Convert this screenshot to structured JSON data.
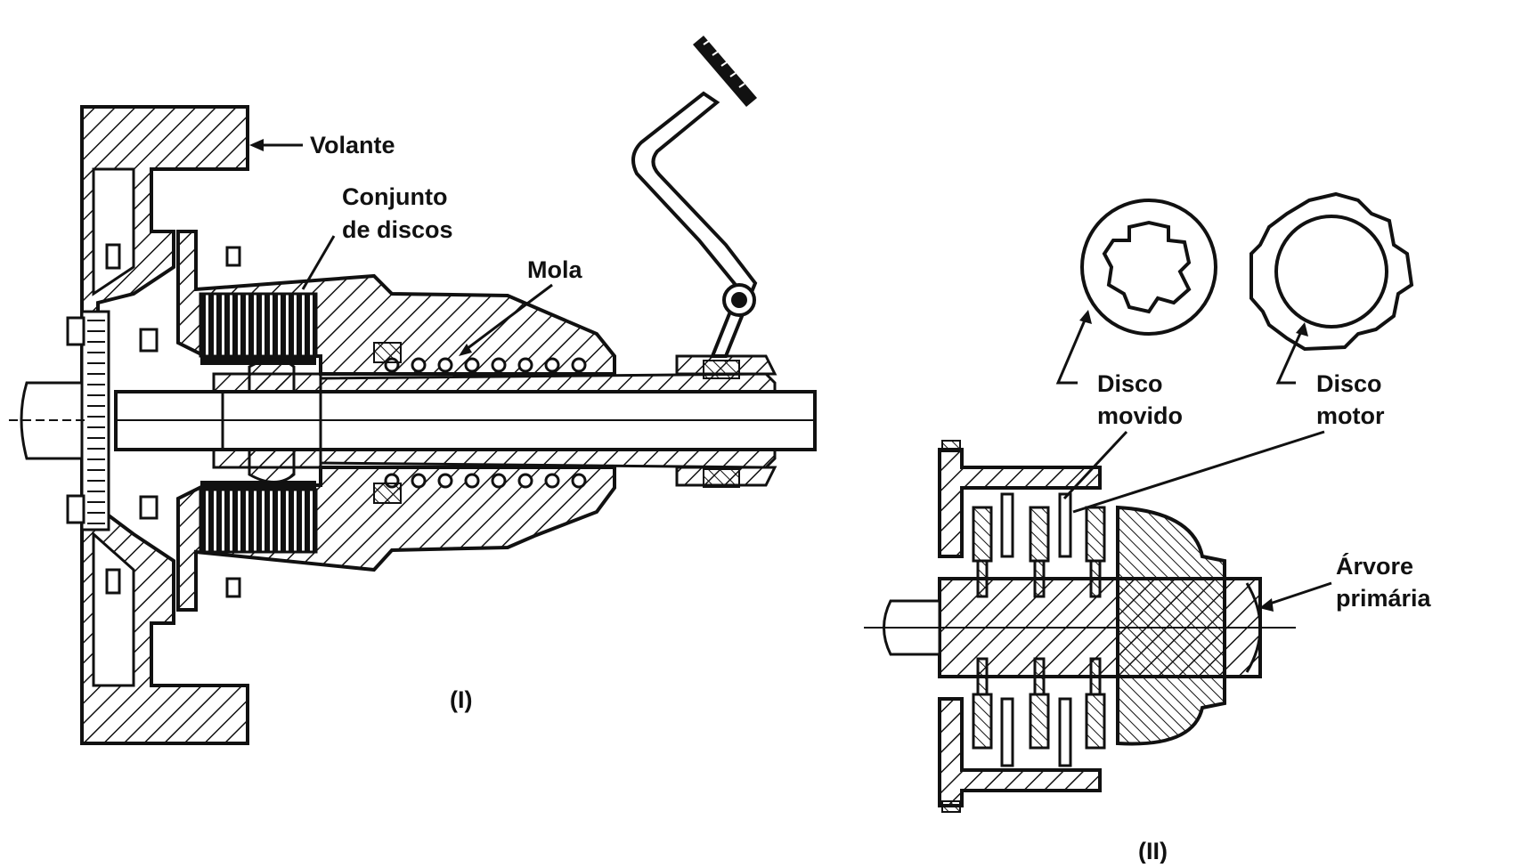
{
  "figure_I": {
    "caption": "(I)",
    "labels": {
      "volante": "Volante",
      "conjunto_line1": "Conjunto",
      "conjunto_line2": "de discos",
      "mola": "Mola"
    }
  },
  "figure_II": {
    "caption": "(II)",
    "labels": {
      "disco_movido_line1": "Disco",
      "disco_movido_line2": "movido",
      "disco_motor_line1": "Disco",
      "disco_motor_line2": "motor",
      "arvore_line1": "Árvore",
      "arvore_line2": "primária"
    }
  },
  "colors": {
    "ink": "#111111",
    "paper": "#ffffff"
  }
}
